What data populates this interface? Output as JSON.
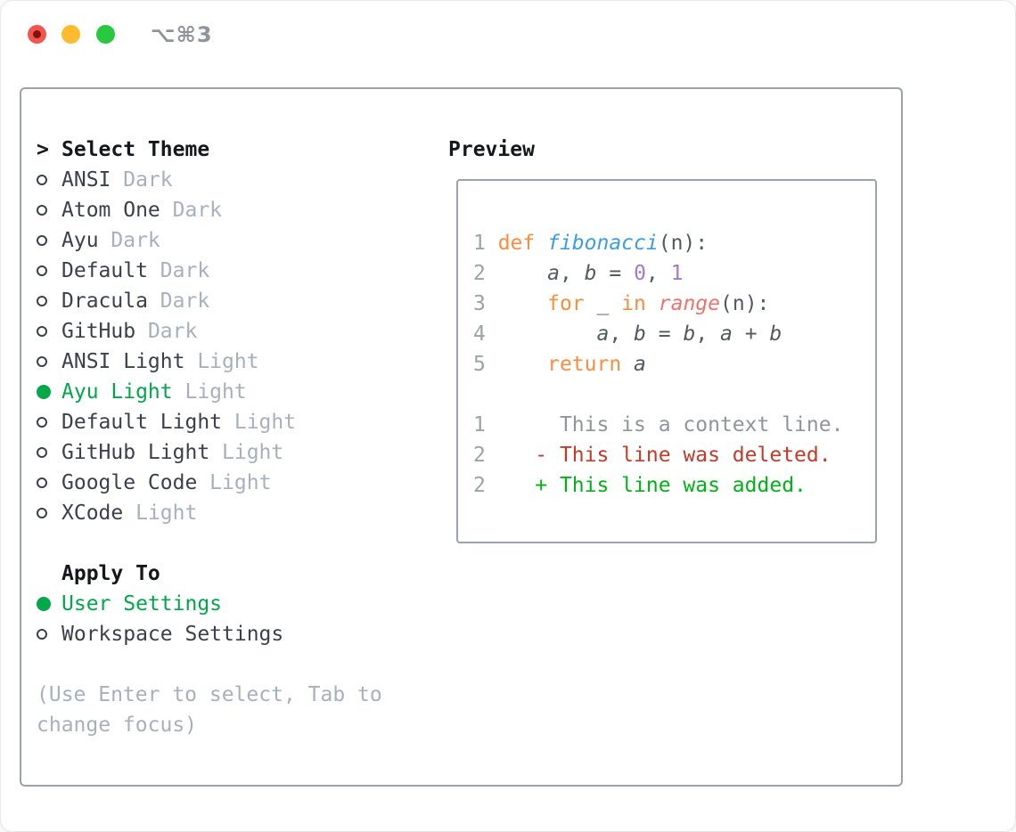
{
  "window": {
    "title": "⌥⌘3"
  },
  "colors": {
    "accent_green": "#00a84a",
    "text_primary": "#3a414c",
    "text_heading": "#14171c",
    "text_muted": "#a7b0bd",
    "box_border": "#9aa2ad",
    "title_gray": "#8d949c",
    "traffic_red": "#f2554e",
    "traffic_red_dot": "#7e150d",
    "traffic_yellow": "#fdbb2d",
    "traffic_green": "#27c93f",
    "syn_keyword": "#fa8d3e",
    "syn_function": "#399ee6",
    "syn_call": "#f07171",
    "syn_number": "#a37acc",
    "syn_fg": "#525a61",
    "line_number": "#9aa2aa",
    "diff_context": "#8e959d",
    "diff_deleted": "#c43a28",
    "diff_added": "#00b315"
  },
  "theme_list": {
    "prompt": ">",
    "header": "Select Theme",
    "items": [
      {
        "name": "ANSI",
        "variant": "Dark",
        "selected": false
      },
      {
        "name": "Atom One",
        "variant": "Dark",
        "selected": false
      },
      {
        "name": "Ayu",
        "variant": "Dark",
        "selected": false
      },
      {
        "name": "Default",
        "variant": "Dark",
        "selected": false
      },
      {
        "name": "Dracula",
        "variant": "Dark",
        "selected": false
      },
      {
        "name": "GitHub",
        "variant": "Dark",
        "selected": false
      },
      {
        "name": "ANSI Light",
        "variant": "Light",
        "selected": false
      },
      {
        "name": "Ayu Light",
        "variant": "Light",
        "selected": true
      },
      {
        "name": "Default Light",
        "variant": "Light",
        "selected": false
      },
      {
        "name": "GitHub Light",
        "variant": "Light",
        "selected": false
      },
      {
        "name": "Google Code",
        "variant": "Light",
        "selected": false
      },
      {
        "name": "XCode",
        "variant": "Light",
        "selected": false
      }
    ]
  },
  "apply_to": {
    "header": "Apply To",
    "options": [
      {
        "label": "User Settings",
        "selected": true
      },
      {
        "label": "Workspace Settings",
        "selected": false
      }
    ]
  },
  "help_text": "(Use Enter to select, Tab to change focus)",
  "preview": {
    "header": "Preview",
    "lines": [
      {
        "num": "",
        "tokens": []
      },
      {
        "num": "1",
        "tokens": [
          [
            "def ",
            "kw"
          ],
          [
            "fibonacci",
            "fn"
          ],
          [
            "(n):",
            "code"
          ]
        ]
      },
      {
        "num": "2",
        "tokens": [
          [
            "    ",
            "code"
          ],
          [
            "a",
            "var"
          ],
          [
            ", ",
            "code"
          ],
          [
            "b",
            "var"
          ],
          [
            " = ",
            "code"
          ],
          [
            "0",
            "cnum"
          ],
          [
            ", ",
            "code"
          ],
          [
            "1",
            "cnum"
          ]
        ]
      },
      {
        "num": "3",
        "tokens": [
          [
            "    ",
            "code"
          ],
          [
            "for",
            "kw"
          ],
          [
            " _ ",
            "code"
          ],
          [
            "in",
            "kw"
          ],
          [
            " ",
            "code"
          ],
          [
            "range",
            "call"
          ],
          [
            "(n):",
            "code"
          ]
        ]
      },
      {
        "num": "4",
        "tokens": [
          [
            "        ",
            "code"
          ],
          [
            "a",
            "var"
          ],
          [
            ", ",
            "code"
          ],
          [
            "b",
            "var"
          ],
          [
            " = ",
            "code"
          ],
          [
            "b",
            "var"
          ],
          [
            ", ",
            "code"
          ],
          [
            "a",
            "var"
          ],
          [
            " + ",
            "code"
          ],
          [
            "b",
            "var"
          ]
        ]
      },
      {
        "num": "5",
        "tokens": [
          [
            "    ",
            "code"
          ],
          [
            "return ",
            "kw"
          ],
          [
            "a",
            "var"
          ]
        ]
      },
      {
        "num": "",
        "tokens": []
      },
      {
        "num": "1",
        "tokens": [
          [
            "     This is a context line.",
            "ctx"
          ]
        ]
      },
      {
        "num": "2",
        "tokens": [
          [
            "   ",
            "code"
          ],
          [
            "- This line was deleted.",
            "del"
          ]
        ]
      },
      {
        "num": "2",
        "tokens": [
          [
            "   ",
            "code"
          ],
          [
            "+ This line was added.",
            "add"
          ]
        ]
      }
    ]
  }
}
